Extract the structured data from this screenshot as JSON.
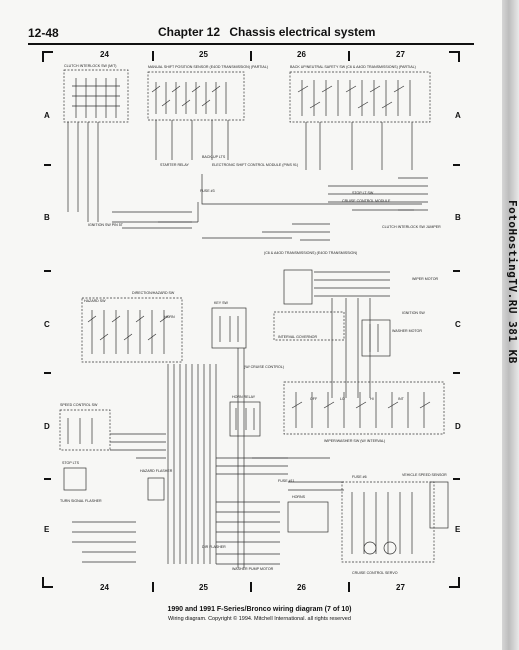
{
  "header": {
    "page_number": "12-48",
    "chapter": "Chapter 12",
    "section": "Chassis electrical system"
  },
  "grid": {
    "columns": [
      "24",
      "25",
      "26",
      "27"
    ],
    "rows": [
      "A",
      "B",
      "C",
      "D",
      "E"
    ]
  },
  "side_watermark": "FotoHostingTV.RU  381 KB",
  "caption": {
    "title": "1990 and 1991 F-Series/Bronco wiring diagram (7 of 10)",
    "copyright": "Wiring diagram. Copyright © 1994. Mitchell International. all rights reserved"
  },
  "labels": {
    "clutch_interlock": "CLUTCH INTERLOCK SW (M/T)",
    "manual_shift": "MANUAL SHIFT POSITION SENSOR (E4OD TRANSMISSION) (PARTIAL)",
    "back_up_neutral": "BACK UP/NEUTRAL SAFETY SW (C6 & A4OD TRANSMISSIONS) (PARTIAL)",
    "starter_relay": "STARTER RELAY",
    "back_up_lts": "BACK-UP LTS",
    "elec_shift_module": "ELECTRONIC SHIFT CONTROL MODULE (PINS 91)",
    "fuse_3": "FUSE #3",
    "stop_lt_sw": "STOP LT SW",
    "cruise_module": "CRUISE CONTROL MODULE",
    "ignition_sw": "IGNITION SW PIN 5T",
    "clutch_pedal": "CLUTCH INTERLOCK SW JUMPER",
    "e4od_trans": "(C6 & A4OD TRANSMISSIONS) (E4OD TRANSMISSION)",
    "direction_hazard": "DIRECTION/HAZARD SW",
    "hazard_sw": "HAZARD SW",
    "key_sw": "KEY SW",
    "horn": "HORN",
    "wiper_motor": "WIPER MOTOR",
    "wiper_governor": "INTERVAL GOVERNOR",
    "ignition_sw2": "IGNITION SW",
    "washer_motor": "WASHER MOTOR",
    "horn_relay": "HORN RELAY",
    "cruise_control": "(W/ CRUISE CONTROL)",
    "wiper_washer_sw": "WIPER/WASHER SW (W/ INTERVAL)",
    "off": "OFF",
    "lo": "LO",
    "hi": "HI",
    "int": "INT",
    "speed_ctrl": "SPEED CONTROL SW",
    "stop_lts": "STOP LTS",
    "hazard_flasher": "HAZARD FLASHER",
    "turn_signal": "TURN SIGNAL FLASHER",
    "cruise_servo": "CRUISE CONTROL SERVO",
    "vehicle_speed": "VEHICLE SPEED SENSOR",
    "horns": "HORNS",
    "fuse_11": "FUSE #11",
    "fuse_6": "FUSE #6",
    "dir_flasher": "DIR FLASHER",
    "washer_pump": "WASHER PUMP MOTOR"
  }
}
